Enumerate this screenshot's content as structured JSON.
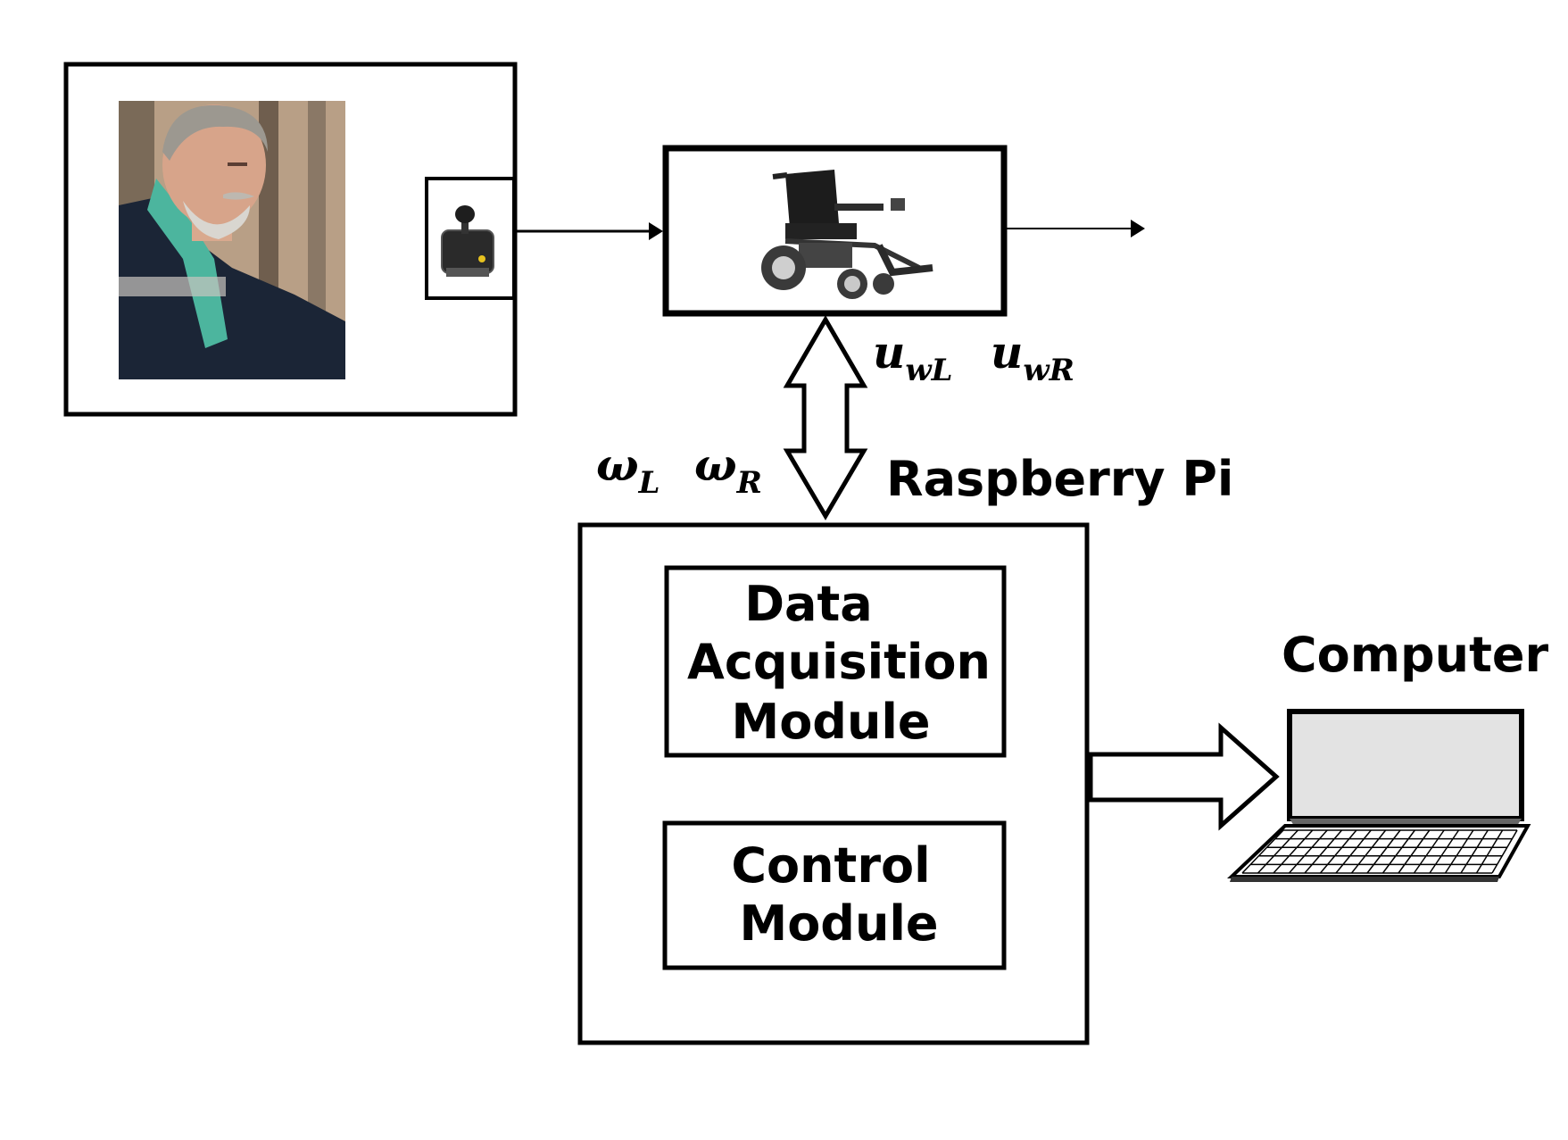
{
  "labels": {
    "motor_inputs": {
      "left_base": "u",
      "left_sub": "wL",
      "right_base": "u",
      "right_sub": "wR"
    },
    "wheel_speeds": {
      "left_base": "ω",
      "left_sub": "L",
      "right_base": "ω",
      "right_sub": "R"
    },
    "controller": "Raspberry Pi",
    "computer": "Computer"
  },
  "modules": {
    "data_acquisition": [
      "Data",
      "Acquisition",
      "Module"
    ],
    "control": [
      "Control",
      "Module"
    ]
  },
  "colors": {
    "stroke": "#000000",
    "background": "#ffffff",
    "laptop_screen": "#e3e3e3"
  }
}
